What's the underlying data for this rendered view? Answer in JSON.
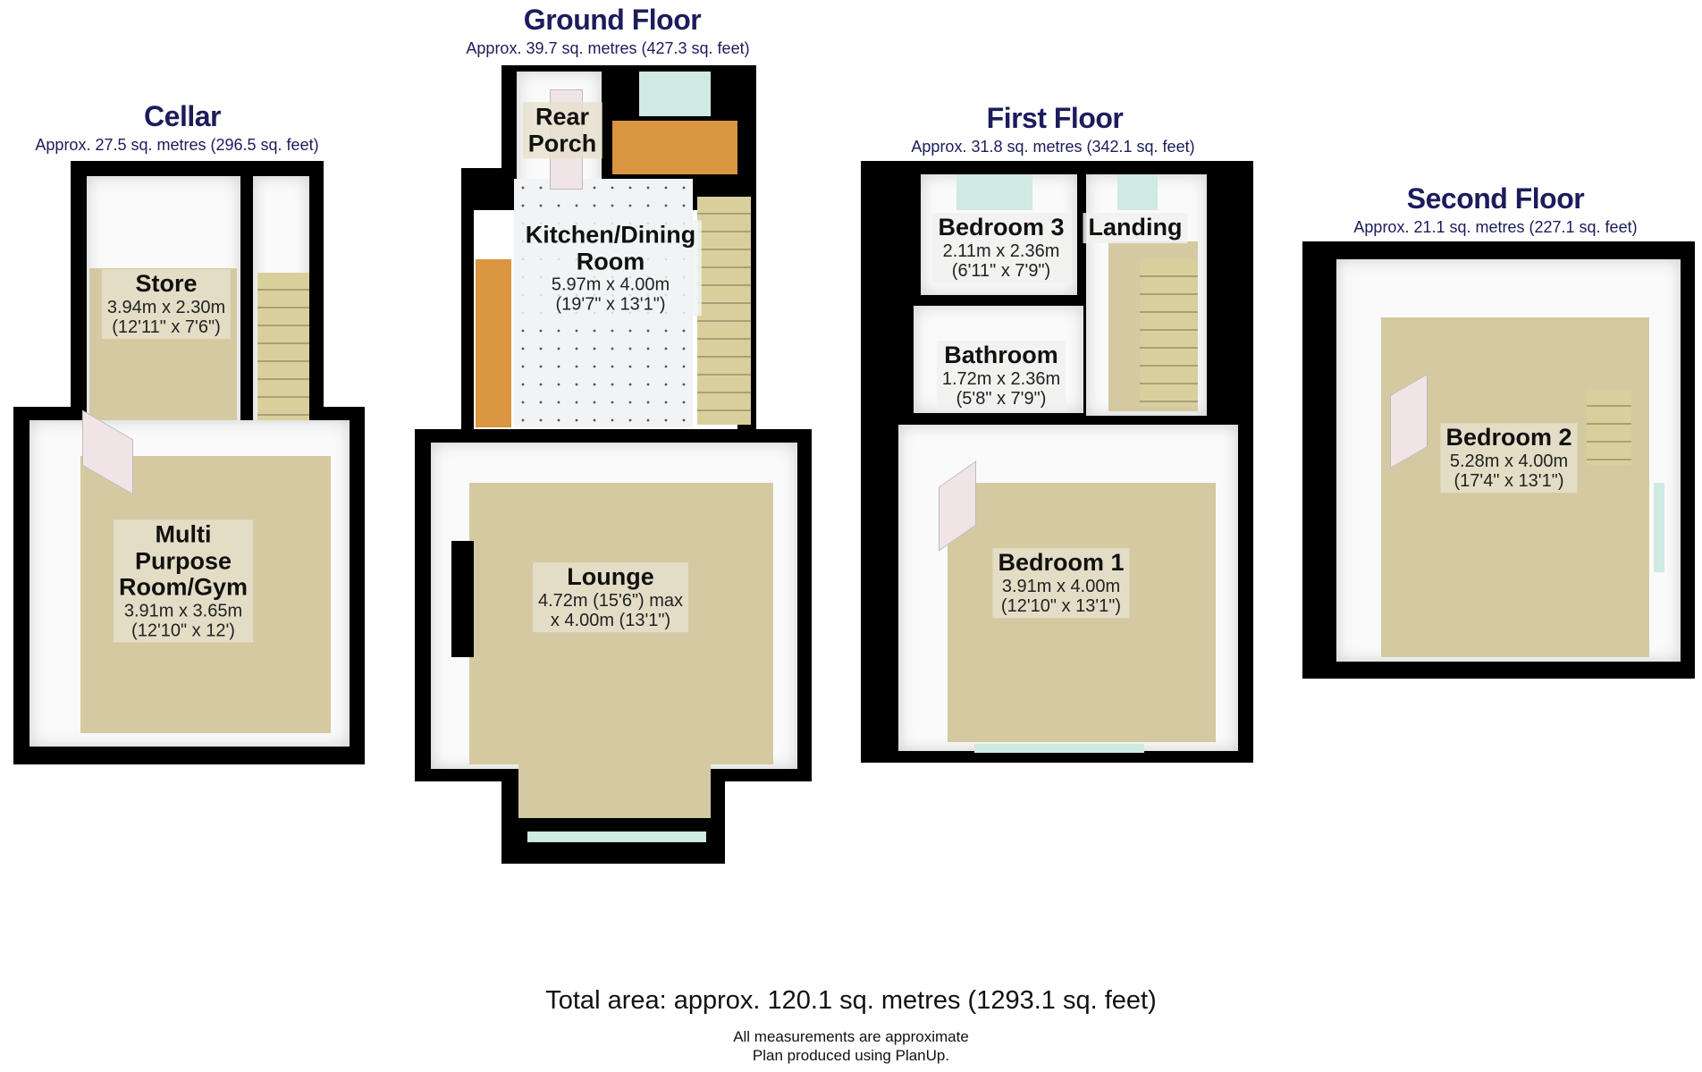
{
  "floors": {
    "cellar": {
      "title": "Cellar",
      "area": "Approx. 27.5 sq. metres (296.5 sq. feet)",
      "rooms": [
        {
          "name": "Store",
          "dim_m": "3.94m x 2.30m",
          "dim_ft": "(12'11\" x 7'6\")"
        },
        {
          "name": "Multi Purpose Room/Gym",
          "name_lines": [
            "Multi",
            "Purpose",
            "Room/Gym"
          ],
          "dim_m": "3.91m x 3.65m",
          "dim_ft": "(12'10\" x 12')"
        }
      ]
    },
    "ground": {
      "title": "Ground Floor",
      "area": "Approx. 39.7 sq. metres (427.3 sq. feet)",
      "rooms": [
        {
          "name_lines": [
            "Rear",
            "Porch"
          ]
        },
        {
          "name_lines": [
            "Kitchen/Dining",
            "Room"
          ],
          "dim_m": "5.97m x 4.00m",
          "dim_ft": "(19'7\" x 13'1\")"
        },
        {
          "name": "Lounge",
          "dim_m": "4.72m (15'6\") max",
          "dim_ft": "x 4.00m (13'1\")"
        }
      ]
    },
    "first": {
      "title": "First Floor",
      "area": "Approx. 31.8 sq. metres (342.1 sq. feet)",
      "rooms": [
        {
          "name": "Bedroom 3",
          "dim_m": "2.11m x 2.36m",
          "dim_ft": "(6'11\" x 7'9\")"
        },
        {
          "name": "Landing"
        },
        {
          "name": "Bathroom",
          "dim_m": "1.72m x 2.36m",
          "dim_ft": "(5'8\" x 7'9\")"
        },
        {
          "name": "Bedroom 1",
          "dim_m": "3.91m x 4.00m",
          "dim_ft": "(12'10\" x 13'1\")"
        }
      ]
    },
    "second": {
      "title": "Second Floor",
      "area": "Approx. 21.1 sq. metres (227.1 sq. feet)",
      "rooms": [
        {
          "name": "Bedroom 2",
          "dim_m": "5.28m x 4.00m",
          "dim_ft": "(17'4\" x 13'1\")"
        }
      ]
    }
  },
  "footer": {
    "total": "Total area: approx. 120.1 sq. metres (1293.1 sq. feet)",
    "note1": "All measurements are approximate",
    "note2": "Plan produced using PlanUp."
  }
}
